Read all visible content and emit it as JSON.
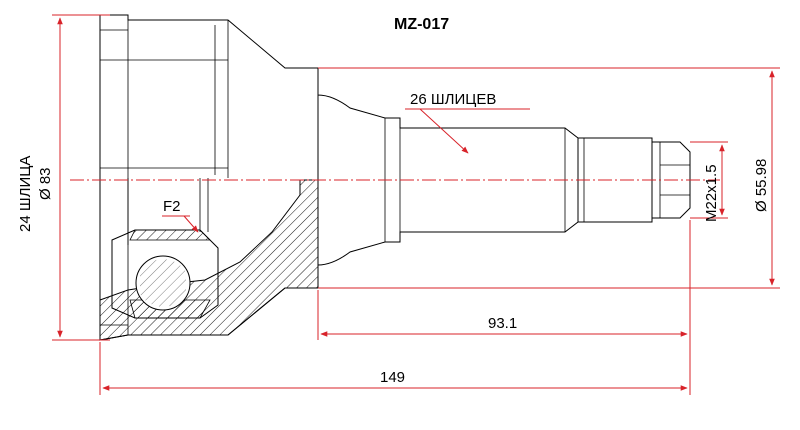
{
  "diagram": {
    "title": "MZ-017",
    "labels": {
      "outer_splines": "24 ШЛИЦА",
      "outer_diameter": "Ø 83",
      "inner_splines": "26 ШЛИЦЕВ",
      "thread": "M22x1.5",
      "shaft_diameter": "Ø 55.98",
      "length_shaft": "93.1",
      "length_total": "149",
      "f2": "F2"
    },
    "colors": {
      "outline": "#000000",
      "dimension": "#d8232a"
    }
  }
}
